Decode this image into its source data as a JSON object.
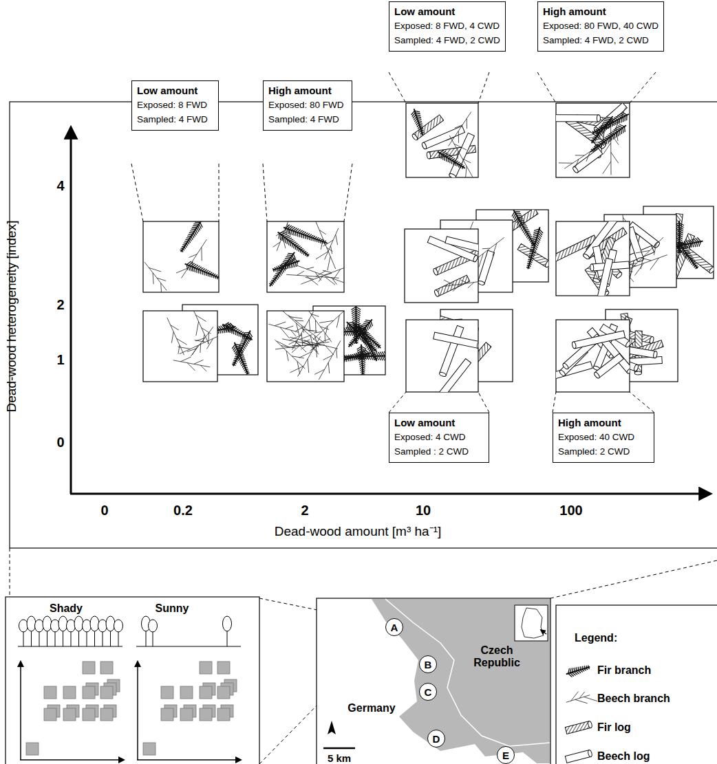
{
  "diagram": {
    "nodes": [
      {
        "text": [
          "Low amount",
          "Exposed: 8 FWD",
          "Sampled: 4 FWD"
        ]
      },
      {
        "text": [
          "High amount",
          "Exposed: 80 FWD",
          "Sampled: 4 FWD"
        ]
      },
      {
        "text": [
          "Low amount",
          "Exposed: 8 FWD, 4 CWD",
          "Sampled: 4 FWD, 2 CWD"
        ]
      },
      {
        "text": [
          "High amount",
          "Exposed: 80 FWD, 40 CWD",
          "Sampled: 4 FWD, 2 CWD"
        ]
      },
      {
        "text": [
          "Low amount",
          "Exposed: 4 CWD",
          "Sampled : 2 CWD"
        ]
      },
      {
        "text": [
          "High amount",
          "Exposed: 40 CWD",
          "Sampled: 2 CWD"
        ]
      },
      {
        "text": [
          "A"
        ]
      },
      {
        "text": [
          "B"
        ]
      },
      {
        "text": [
          "C"
        ]
      },
      {
        "text": [
          "D"
        ]
      },
      {
        "text": [
          "E"
        ]
      }
    ],
    "labels": [
      "4",
      "2",
      "1",
      "0",
      "0",
      "0.2",
      "2",
      "10",
      "100",
      "Dead-wood heterogeneity [index]",
      "Dead-wood amount [m³ ha⁻¹]",
      "Shady",
      "Sunny",
      "Germany",
      "Czech Republic",
      "5 km",
      "Legend:"
    ],
    "legend": [
      {
        "text": "Fir branch"
      },
      {
        "text": "Beech branch"
      },
      {
        "text": "Fir log"
      },
      {
        "text": "Beech log"
      }
    ]
  }
}
